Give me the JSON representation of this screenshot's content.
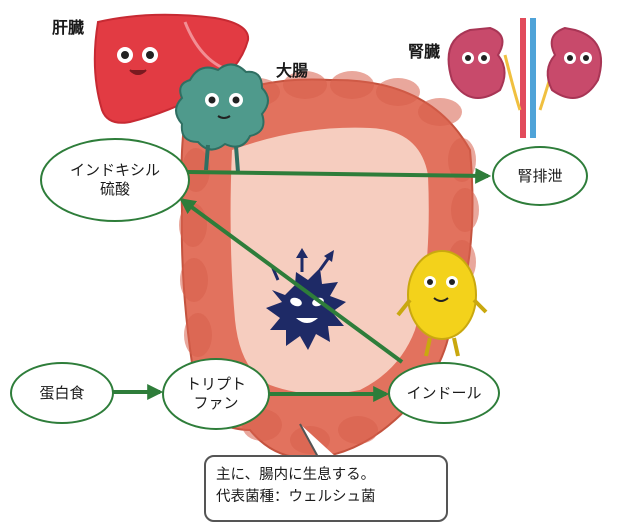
{
  "labels": {
    "liver": "肝臓",
    "kidney": "腎臓",
    "large_intestine": "大腸"
  },
  "nodes": {
    "indoxyl_sulfate": "インドキシル\n硫酸",
    "renal_excretion": "腎排泄",
    "protein_food": "蛋白食",
    "tryptophan": "トリプト\nファン",
    "indole": "インドール"
  },
  "callout": {
    "line1": "主に、腸内に生息する。",
    "line2": "代表菌種：ウェルシュ菌"
  },
  "colors": {
    "arrow": "#2e7d3a",
    "intestine": "#e2725e",
    "intestine_inner": "#f6cdbf",
    "liver": "#e23b43",
    "kidney": "#c84a6b",
    "teal_bacterium": "#4f9a8c",
    "navy_bacterium": "#1e2a66",
    "yellow_bacterium": "#f3d21b"
  },
  "icons": [
    "liver-illustration",
    "kidney-illustration",
    "large-intestine-illustration",
    "teal-bacterium-icon",
    "navy-bacterium-icon",
    "yellow-bacterium-icon"
  ]
}
